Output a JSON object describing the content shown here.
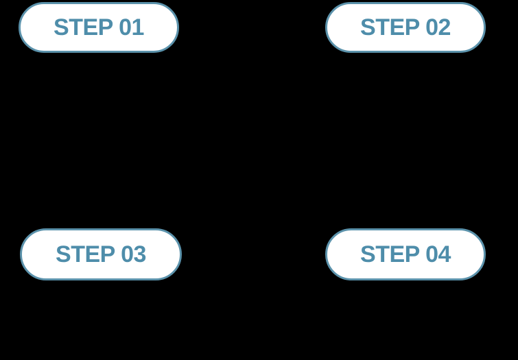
{
  "diagram": {
    "type": "four-step-infographic",
    "background_color": "#000000",
    "steps": [
      {
        "id": "step-01",
        "label": "STEP 01",
        "position": "top-left"
      },
      {
        "id": "step-02",
        "label": "STEP 02",
        "position": "top-right"
      },
      {
        "id": "step-03",
        "label": "STEP 03",
        "position": "bottom-left"
      },
      {
        "id": "step-04",
        "label": "STEP 04",
        "position": "bottom-right"
      }
    ],
    "colors": {
      "pill_fill": "#FFFFFF",
      "pill_border": "#5B92AB",
      "label_text": "#4E8DAA",
      "background": "#000000"
    }
  }
}
